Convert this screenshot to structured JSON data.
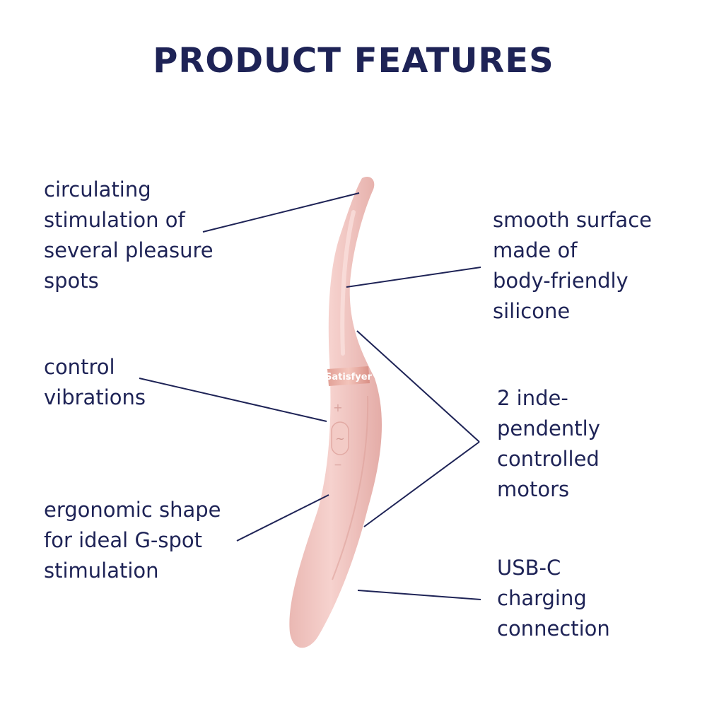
{
  "title": "PRODUCT FEATURES",
  "brand": "Satisfyer",
  "colors": {
    "text": "#1e2356",
    "product": "#f2c6c2",
    "product_shade": "#e3a9a5",
    "band": "#e6a49a",
    "background": "#ffffff"
  },
  "features": [
    {
      "lines": [
        "circulating",
        "stimulation of",
        "several pleasure",
        "spots"
      ]
    },
    {
      "lines": [
        "smooth surface",
        "made of",
        "body-friendly",
        "silicone"
      ]
    },
    {
      "lines": [
        "control",
        "vibrations"
      ]
    },
    {
      "lines": [
        "2 inde-",
        "pendently",
        "controlled",
        "motors"
      ]
    },
    {
      "lines": [
        "ergonomic shape",
        "for ideal G-spot",
        "stimulation"
      ]
    },
    {
      "lines": [
        "USB-C",
        "charging",
        "connection"
      ]
    }
  ],
  "buttons": {
    "plus_glyph": "+",
    "wave_glyph": "~",
    "minus_glyph": "−"
  }
}
